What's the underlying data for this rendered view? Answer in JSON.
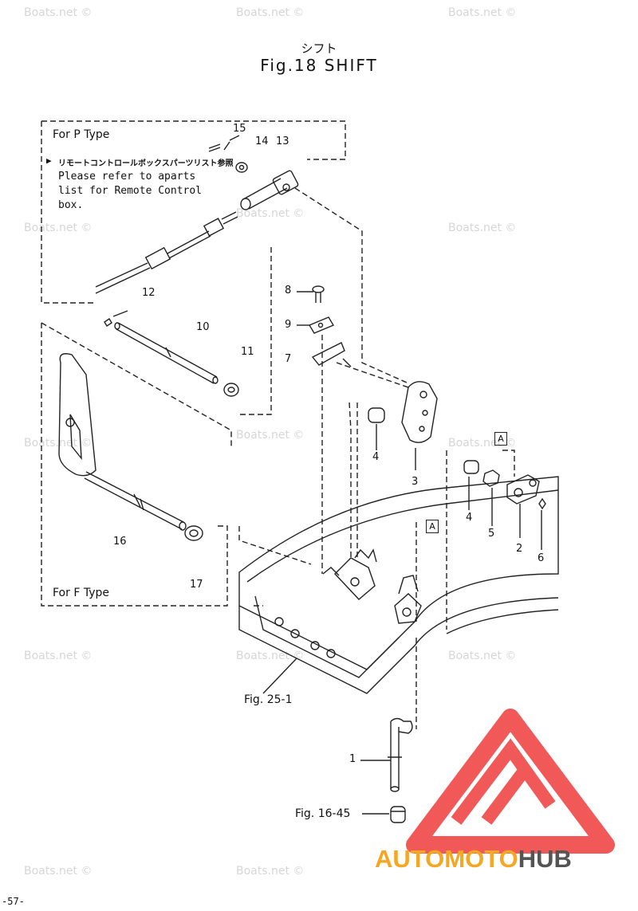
{
  "header": {
    "title_jp": "シフト",
    "title": "Fig.18 SHIFT"
  },
  "panels": {
    "p_type_label": "For P Type",
    "f_type_label": "For F Type",
    "note_jp": "リモートコントロールボックスパーツリスト参照",
    "note_en": "Please refer to aparts\nlist for Remote Control\nbox."
  },
  "callouts": [
    "15",
    "14",
    "13",
    "12",
    "10",
    "11",
    "8",
    "9",
    "7",
    "4",
    "3",
    "A",
    "4",
    "5",
    "2",
    "6",
    "A",
    "16",
    "17",
    "1"
  ],
  "fig_refs": {
    "fig_25_1": "Fig. 25-1",
    "fig_16_45": "Fig. 16-45"
  },
  "watermark": "Boats.net ©",
  "page_number": "-57-",
  "brand": {
    "part1": "AUTOMOTO",
    "part2": "HUB",
    "color_orange": "#f5a623",
    "color_dark": "#555555",
    "logo_color": "#ef3b3b"
  }
}
